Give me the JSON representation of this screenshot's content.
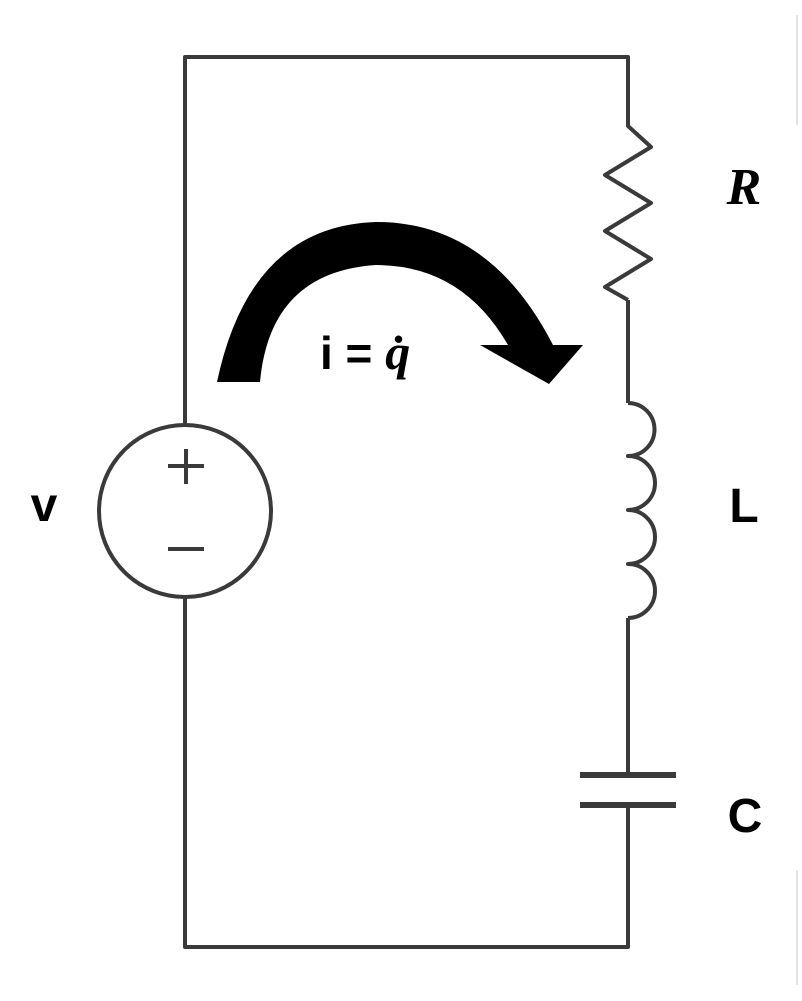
{
  "diagram": {
    "source_label": "v",
    "resistor_label": "R",
    "inductor_label": "L",
    "capacitor_label": "C",
    "current_label_prefix": "i = ",
    "current_label_var": "q̇",
    "arrow_direction": "clockwise",
    "stroke_color": "#3a3a3a",
    "arrow_color": "#000000"
  }
}
